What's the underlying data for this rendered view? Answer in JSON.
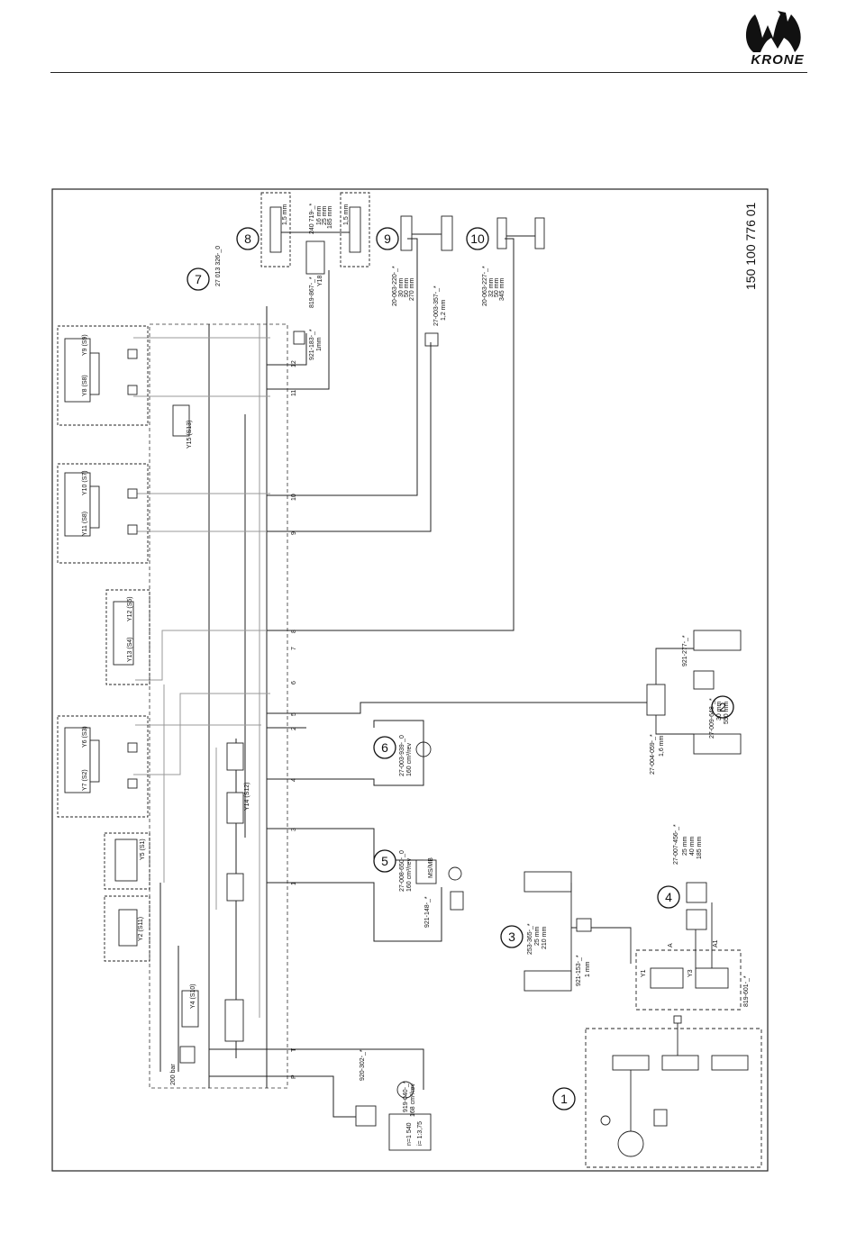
{
  "brand": {
    "logo_text": "KRONE"
  },
  "drawing": {
    "number": "150 100 776 01",
    "callouts": [
      "1",
      "2",
      "3",
      "4",
      "5",
      "6",
      "7",
      "8",
      "9",
      "10"
    ]
  },
  "labels": {
    "block7_part": "27 013 326-_0",
    "c8_part1": "240 719-_*",
    "c8_dim1": "16 mm",
    "c8_dim2": "25 mm",
    "c8_dim3": "185 mm",
    "c8_orifice_a": "1,5 mm",
    "c8_orifice_b": "1,5 mm",
    "c8_valve": "819-867-_*",
    "c8_valve_tag": "Y18",
    "c8_orifice_part": "921-183-_*",
    "c8_orifice_size": "1mm",
    "c9_part": "20-063-220-_*",
    "c9_dim1": "30 mm",
    "c9_dim2": "50 mm",
    "c9_dim3": "270 mm",
    "c9_orifice_part": "27-003-357-_*",
    "c9_orifice_size": "1,2 mm",
    "c10_part": "20-063-227-_*",
    "c10_dim1": "32 mm",
    "c10_dim2": "50 mm",
    "c10_dim3": "345 mm",
    "v_y9_s9": "Y9 (S9)",
    "v_y8_s8": "Y8 (S8)",
    "v_y15": "Y15 (S13)",
    "v_y10_s7": "Y10 (S7)",
    "v_y11_s8": "Y11 (S8)",
    "v_y12_s5": "Y12 (S5)",
    "v_y13_s4": "Y13 (S4)",
    "v_y6_s3": "Y6 (S3)",
    "v_y7_s2": "Y7 (S2)",
    "v_y14": "Y14 (S12)",
    "v_y5": "Y5 (S1)",
    "v_y2": "Y2 (S11)",
    "v_y4": "Y4 (S10)",
    "relief": "200 bar",
    "ports": [
      "P",
      "T",
      "1",
      "3",
      "4",
      "2",
      "5",
      "6",
      "7",
      "8",
      "9",
      "10",
      "11",
      "12"
    ],
    "c2_part1": "921-277-_*",
    "c2_part2": "27-009-648-_*",
    "c2_dim1": "30 mm",
    "c2_dim2": "550 mm",
    "c2_orifice_part": "27-004-059-_*",
    "c2_orifice_size": "1,6 mm",
    "c6_part": "27-003-939-_0",
    "c6_flow": "160 cm³/rev",
    "c5_part": "27-008-650-_0",
    "c5_flow": "160 cm³/rev",
    "c5_part2": "921-148-_*",
    "c5_tag": "MS/MB",
    "c3_part": "253-365-_*",
    "c3_dim1": "25 mm",
    "c3_dim2": "210 mm",
    "c3_orifice_part": "921-153-_*",
    "c3_orifice_size": "1 mm",
    "c4_part": "27-007-456-_*",
    "c4_dim1": "25 mm",
    "c4_dim2": "40 mm",
    "c4_dim3": "185 mm",
    "c4_valve_part": "819-601-_*",
    "c4_tag_y1": "Y1",
    "c4_tag_y3": "Y3",
    "c4_tag_a": "A",
    "c4_tag_a1": "A1",
    "filter_part": "920-302-_*",
    "pump_part": "919-040-_*",
    "pump_flow": "168 cm³/rev",
    "pump_box1": "n=1 540",
    "pump_box2": "i= 1:3,75"
  }
}
